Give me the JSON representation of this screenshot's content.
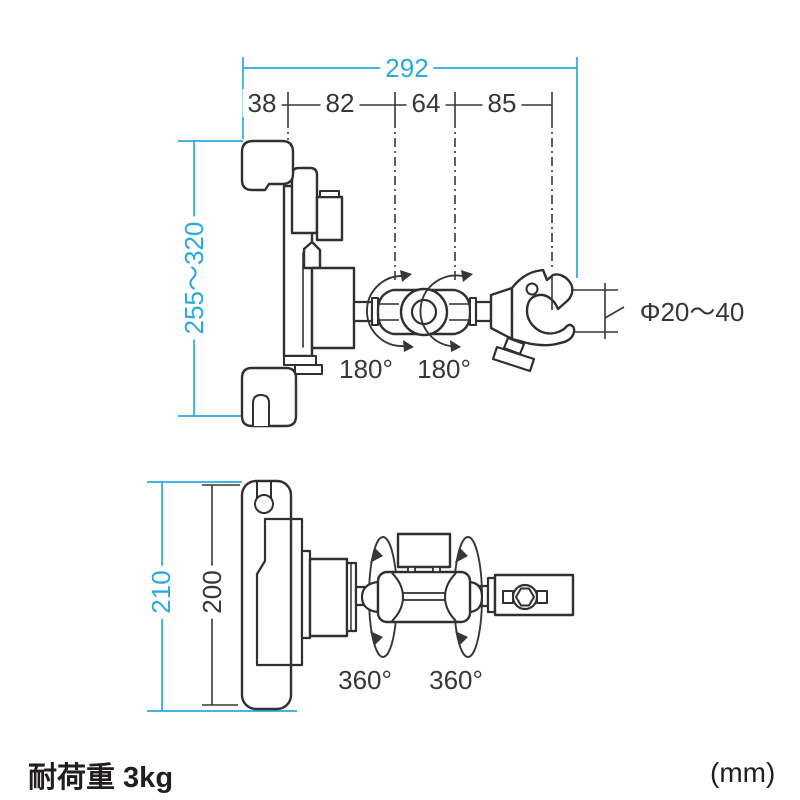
{
  "figure": {
    "title_hint": "monitor/tablet holder arm dimensional drawing",
    "top_view": {
      "total_width_label": "292",
      "segment_labels": [
        "38",
        "82",
        "64",
        "85"
      ],
      "height_range_label": "255～320",
      "clamp_diameter_label": "Φ20～40",
      "rotation_left_label": "180°",
      "rotation_right_label": "180°"
    },
    "bottom_view": {
      "overall_height_label": "210",
      "inner_height_label": "200",
      "rotation_left_label": "360°",
      "rotation_right_label": "360°"
    }
  },
  "footer": {
    "load_capacity_label": "耐荷重 3kg",
    "unit_label": "(mm)"
  },
  "colors": {
    "accent_cyan": "#29a9e0",
    "line_dark": "#332f30",
    "text_dark": "#3a3637"
  }
}
